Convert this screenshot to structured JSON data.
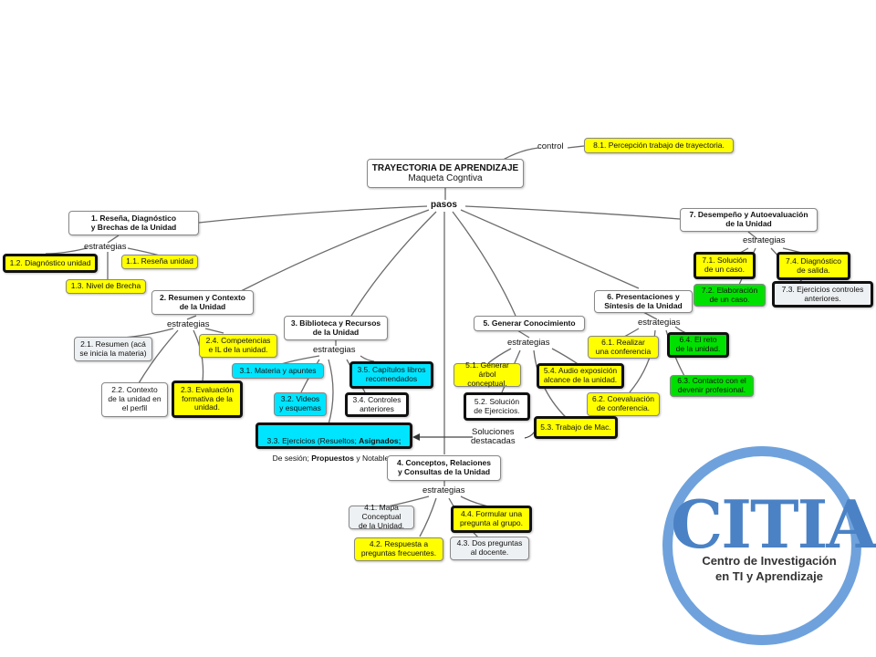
{
  "map": {
    "root": {
      "title": "TRAYECTORIA DE APRENDIZAJE",
      "subtitle": "Maqueta Cogntiva"
    },
    "labels": {
      "control": "control",
      "pasos": "pasos",
      "estrategias": "estrategias",
      "soluciones": "Soluciones\ndestacadas"
    },
    "nodes": {
      "n81": "8.1. Percepción trabajo de trayectoria.",
      "n1": "1. Reseña, Diagnóstico\ny Brechas de la Unidad",
      "n12": "1.2. Diagnóstico unidad",
      "n11": "1.1. Reseña unidad",
      "n13": "1.3. Nivel de Brecha",
      "n2": "2. Resumen y Contexto\nde la Unidad",
      "n21": "2.1. Resumen (acá\nse inicia la materia)",
      "n24": "2.4. Competencias\ne IL de la unidad.",
      "n22": "2.2. Contexto\nde la unidad en\nel perfil",
      "n23": "2.3. Evaluación\nformativa de la\nunidad.",
      "n3": "3. Biblioteca y Recursos\nde la Unidad",
      "n31": "3.1. Materia y apuntes",
      "n35": "3.5. Capítulos libros\nrecomendados",
      "n32": "3.2. Videos\ny esquemas",
      "n34": "3.4. Controles\nanteriores",
      "n33a": "3.3. Ejercicios (Resueltos; ",
      "n33b": "Asignados;",
      "n33c": "De sesión; ",
      "n33d": "Propuestos",
      "n33e": " y Notables)",
      "n4": "4. Conceptos, Relaciones\ny Consultas de la Unidad",
      "n41": "4.1. Mapa Conceptual\nde la Unidad.",
      "n44": "4.4. Formular una\npregunta al grupo.",
      "n42": "4.2. Respuesta a\npreguntas frecuentes.",
      "n43": "4.3. Dos preguntas\nal docente.",
      "n5": "5. Generar Conocimiento",
      "n51": "5.1. Generar\nárbol conceptual.",
      "n54": "5.4. Audio exposición\nalcance de la unidad.",
      "n52": "5.2. Solución\nde Ejercicios.",
      "n53": "5.3. Trabajo de Mac.",
      "n6": "6. Presentaciones y\nSíntesis de la Unidad",
      "n61": "6.1. Realizar\nuna conferencia",
      "n64": "6.4. El reto\nde la unidad.",
      "n62": "6.2. Coevaluación\nde conferencia.",
      "n63": "6.3. Contacto con el\ndevenir profesional.",
      "n7": "7. Desempeño y Autoevaluación\nde la Unidad",
      "n71": "7.1. Solución\nde un caso.",
      "n74": "7.4. Diagnóstico\nde salida.",
      "n72": "7.2. Elaboración\nde un caso.",
      "n73": "7.3. Ejercicios controles\nanteriores."
    }
  },
  "logo": {
    "word": "CITIA",
    "line1": "Centro de Investigación",
    "line2": "en TI y Aprendizaje"
  },
  "colors": {
    "strategy_yellow": "#ffff00",
    "resource_cyan": "#00e5ff",
    "outcome_green": "#00e000",
    "neutral_grey": "#eef1f3",
    "logo_blue": "#4a82c5"
  }
}
